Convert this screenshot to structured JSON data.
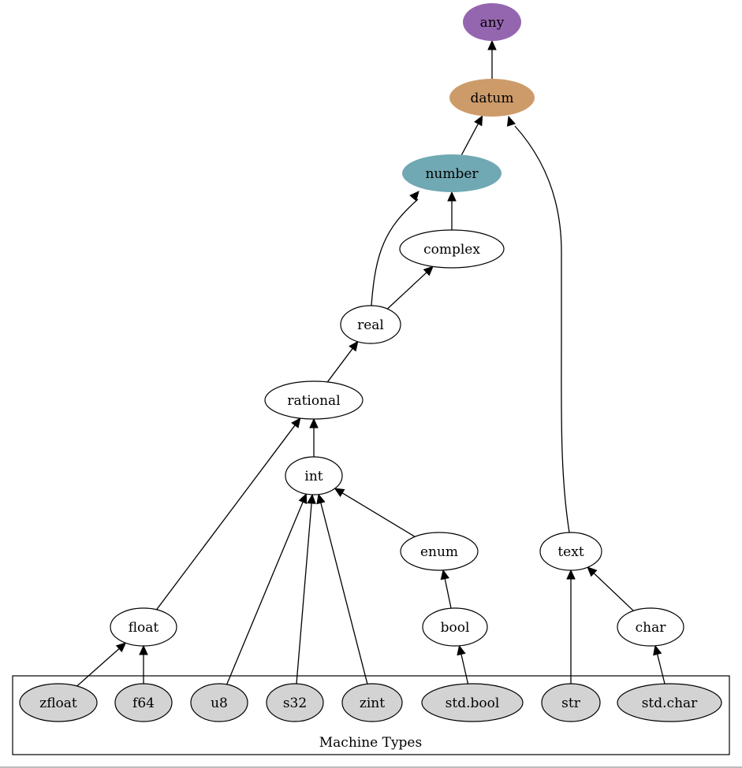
{
  "diagram": {
    "nodes": {
      "any": {
        "label": "any",
        "fill": "#9566b0"
      },
      "datum": {
        "label": "datum",
        "fill": "#cd9b6a"
      },
      "number": {
        "label": "number",
        "fill": "#70a9b3"
      },
      "complex": {
        "label": "complex",
        "fill": "#ffffff"
      },
      "real": {
        "label": "real",
        "fill": "#ffffff"
      },
      "rational": {
        "label": "rational",
        "fill": "#ffffff"
      },
      "int": {
        "label": "int",
        "fill": "#ffffff"
      },
      "enum": {
        "label": "enum",
        "fill": "#ffffff"
      },
      "text": {
        "label": "text",
        "fill": "#ffffff"
      },
      "float": {
        "label": "float",
        "fill": "#ffffff"
      },
      "bool": {
        "label": "bool",
        "fill": "#ffffff"
      },
      "char": {
        "label": "char",
        "fill": "#ffffff"
      },
      "zfloat": {
        "label": "zfloat",
        "fill": "#d3d3d3"
      },
      "f64": {
        "label": "f64",
        "fill": "#d3d3d3"
      },
      "u8": {
        "label": "u8",
        "fill": "#d3d3d3"
      },
      "s32": {
        "label": "s32",
        "fill": "#d3d3d3"
      },
      "zint": {
        "label": "zint",
        "fill": "#d3d3d3"
      },
      "std_bool": {
        "label": "std.bool",
        "fill": "#d3d3d3"
      },
      "str": {
        "label": "str",
        "fill": "#d3d3d3"
      },
      "std_char": {
        "label": "std.char",
        "fill": "#d3d3d3"
      }
    },
    "edges": [
      {
        "from": "datum",
        "to": "any"
      },
      {
        "from": "number",
        "to": "datum"
      },
      {
        "from": "text",
        "to": "datum"
      },
      {
        "from": "complex",
        "to": "number"
      },
      {
        "from": "real",
        "to": "number"
      },
      {
        "from": "real",
        "to": "complex"
      },
      {
        "from": "rational",
        "to": "real"
      },
      {
        "from": "int",
        "to": "rational"
      },
      {
        "from": "float",
        "to": "rational"
      },
      {
        "from": "enum",
        "to": "int"
      },
      {
        "from": "u8",
        "to": "int"
      },
      {
        "from": "s32",
        "to": "int"
      },
      {
        "from": "zint",
        "to": "int"
      },
      {
        "from": "bool",
        "to": "enum"
      },
      {
        "from": "std_bool",
        "to": "bool"
      },
      {
        "from": "zfloat",
        "to": "float"
      },
      {
        "from": "f64",
        "to": "float"
      },
      {
        "from": "str",
        "to": "text"
      },
      {
        "from": "char",
        "to": "text"
      },
      {
        "from": "std_char",
        "to": "char"
      }
    ],
    "cluster": {
      "label": "Machine Types"
    }
  }
}
